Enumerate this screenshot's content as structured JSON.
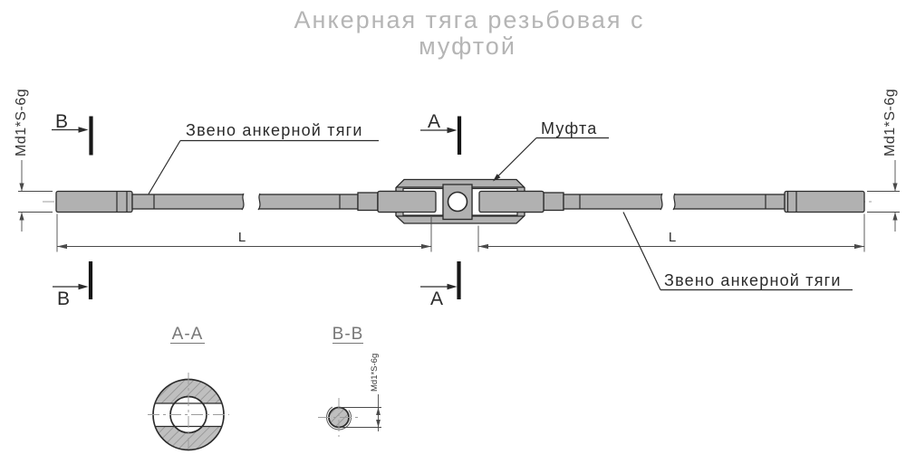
{
  "title": {
    "line1": "Анкерная тяга резьбовая с",
    "line2": "муфтой"
  },
  "callouts": {
    "left_link": "Звено анкерной тяги",
    "coupling": "Муфта",
    "right_link": "Звено анкерной тяги"
  },
  "threads": {
    "left": "Md1*S-6g",
    "right": "Md1*S-6g",
    "section_bb": "Md1*S-6g"
  },
  "dimensions": {
    "left_length": "L",
    "right_length": "L"
  },
  "section_markers": {
    "a": "А",
    "b": "В"
  },
  "section_views": {
    "aa": "А-А",
    "bb": "В-В"
  },
  "colors": {
    "line_dark": "#2b2b2b",
    "metal": "#b1b1b1",
    "metal_light": "#bfbfbf",
    "hatch_line": "#8d8d8d",
    "title_gray": "#b5b5b5",
    "dim_line": "#4a4a4a",
    "centerline": "#9c9c9c",
    "section_thick": "#161616",
    "view_title": "#777777",
    "background": "#ffffff"
  }
}
